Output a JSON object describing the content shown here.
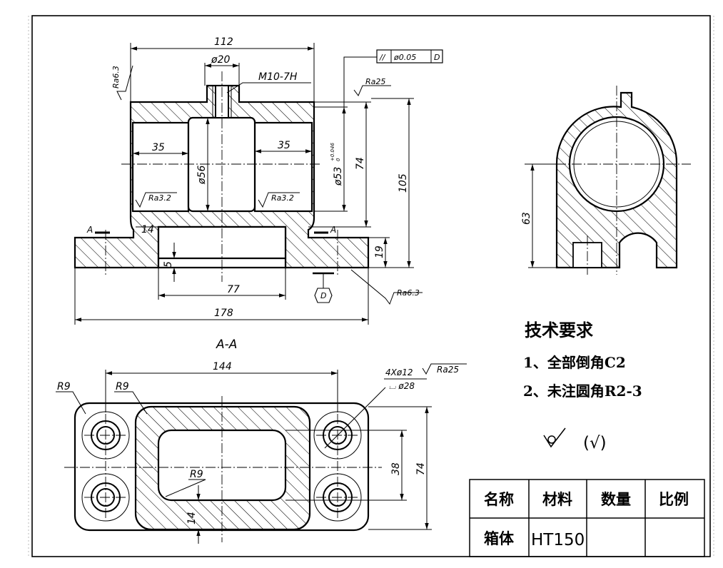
{
  "section_view": {
    "caption": "A-A",
    "cut_marker": "A",
    "dimensions": {
      "overall_width_top": "112",
      "boss_dia": "ø20",
      "thread": "M10-7H",
      "left_depth": "35",
      "right_depth": "35",
      "bore_dia": "ø56",
      "bore_fit": "ø53",
      "tol_upper": "+0.046",
      "tol_lower": "0",
      "height_74": "74",
      "height_105": "105",
      "height_14": "14",
      "recess_5": "5",
      "base_19": "19",
      "inner_77": "77",
      "overall_178": "178"
    },
    "roughness": {
      "left_top": "Ra6.3",
      "top_face": "Ra25",
      "bore_left": "Ra3.2",
      "bore_right": "Ra3.2",
      "base": "Ra6.3"
    },
    "geometric_tolerance": {
      "symbol": "//",
      "value": "ø0.05",
      "datum": "D"
    },
    "datum_label": "D"
  },
  "side_view": {
    "dimensions": {
      "height_63": "63"
    }
  },
  "plan_view": {
    "dimensions": {
      "width_144": "144",
      "r_left": "R9",
      "r_inner_corner": "R9",
      "r_window": "R9",
      "holes": "4Xø12",
      "counterbore": "⌴ ø28",
      "hole_roughness": "Ra25",
      "inner_38": "38",
      "outer_74": "74",
      "wall_14": "14"
    }
  },
  "technical_requirements": {
    "title": "技术要求",
    "items": [
      "1、全部倒角C2",
      "2、未注圆角R2-3"
    ],
    "general_finish": "(√)"
  },
  "title_block": {
    "headers": [
      "名称",
      "材料",
      "数量",
      "比例"
    ],
    "values": [
      "箱体",
      "HT150",
      "",
      ""
    ]
  }
}
